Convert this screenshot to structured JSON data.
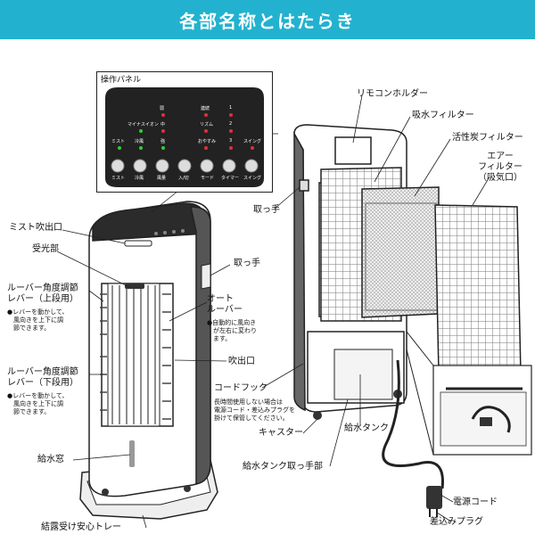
{
  "header": {
    "title": "各部名称とはたらき"
  },
  "panel": {
    "title": "操作パネル",
    "top_labels": [
      "弱",
      "連続",
      "1"
    ],
    "row2": [
      "マイナスイオン",
      "中",
      "リズム",
      "2"
    ],
    "row3": [
      "ミスト",
      "冷風",
      "強",
      "おやすみ",
      "3",
      "スイング"
    ],
    "buttons": [
      "ミスト",
      "冷風",
      "風量",
      "入/切",
      "モード",
      "タイマー",
      "スイング"
    ]
  },
  "labels": {
    "mist_outlet": "ミスト吹出口",
    "receiver": "受光部",
    "louver_upper_title": "ルーバー角度調節\nレバー（上段用）",
    "louver_upper_note": "●レバーを動かして、\n　風向きを上下に調\n　節できます。",
    "louver_lower_title": "ルーバー角度調節\nレバー（下段用）",
    "louver_lower_note": "●レバーを動かして、\n　風向きを上下に調\n　節できます。",
    "water_window": "給水窓",
    "tray": "結露受け安心トレー",
    "handle_front": "取っ手",
    "auto_louver": "オート\nルーバー",
    "auto_louver_note": "●自動的に風向き\n　が左右に変わり\n　ます。",
    "outlet": "吹出口",
    "remote_holder": "リモコンホルダー",
    "water_filter": "吸水フィルター",
    "carbon_filter": "活性炭フィルター",
    "air_filter": "エアー\nフィルター\n（吸気口）",
    "handle_back": "取っ手",
    "cord_hook": "コードフック",
    "cord_hook_note": "長時間使用しない場合は\n電源コード・差込みプラグを\n掛けて保管してください。",
    "caster": "キャスター",
    "water_tank": "給水タンク",
    "tank_handle": "給水タンク取っ手部",
    "power_cord": "電源コード",
    "plug": "差込みプラグ"
  }
}
